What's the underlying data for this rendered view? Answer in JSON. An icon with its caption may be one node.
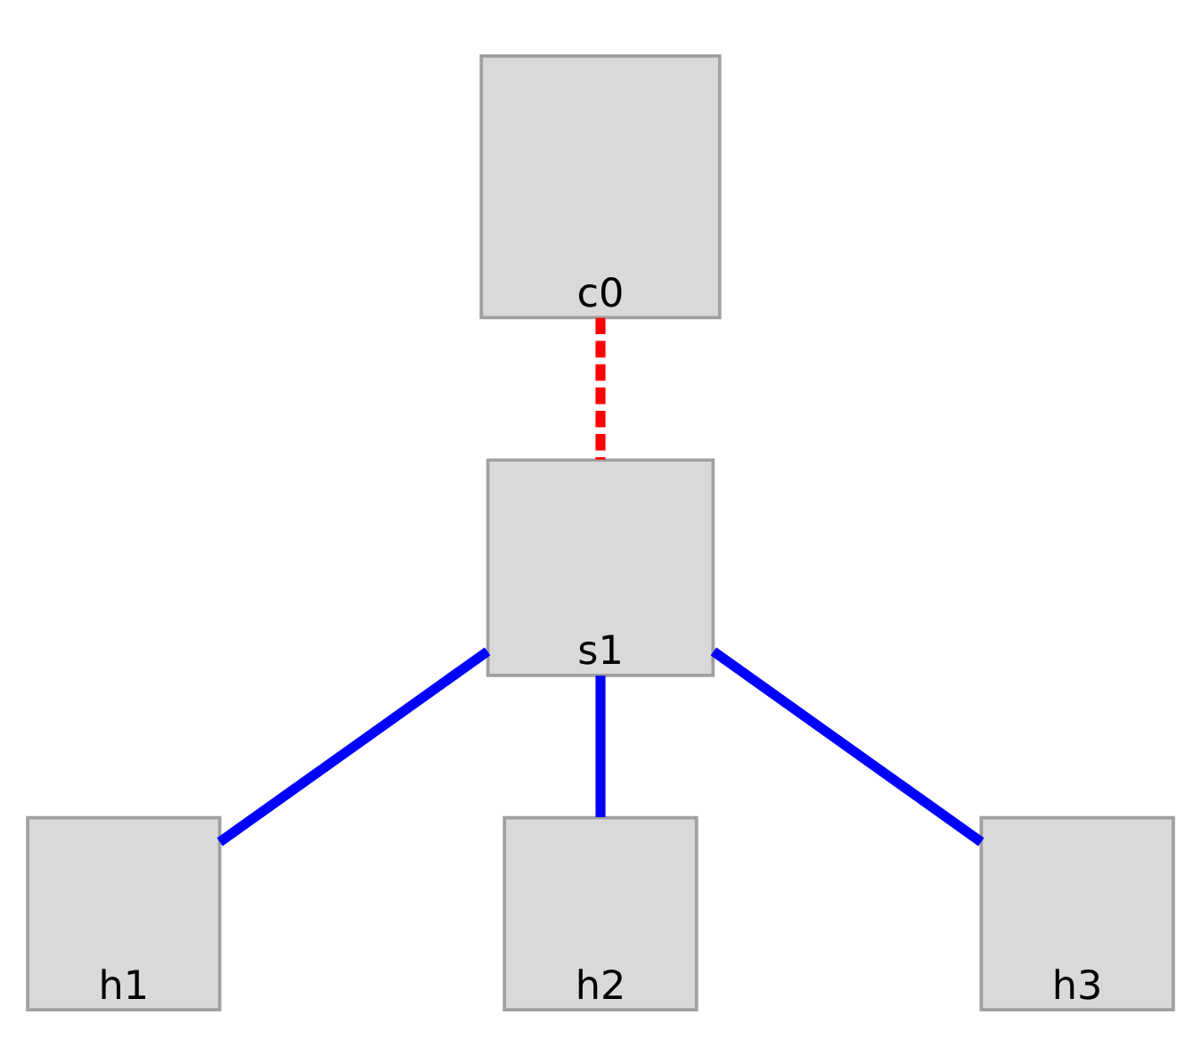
{
  "diagram": {
    "nodes": [
      {
        "text": [
          "c0"
        ]
      },
      {
        "text": [
          "s1"
        ]
      },
      {
        "text": [
          "h1"
        ]
      },
      {
        "text": [
          "h2"
        ]
      },
      {
        "text": [
          "h3"
        ]
      }
    ],
    "edges": [
      {
        "from": 0,
        "to": 1,
        "arrow": "none",
        "style": "dashed",
        "color": "#ff0000"
      },
      {
        "from": 1,
        "to": 2,
        "arrow": "none"
      },
      {
        "from": 1,
        "to": 3,
        "arrow": "none"
      },
      {
        "from": 1,
        "to": 4,
        "arrow": "none"
      }
    ]
  }
}
